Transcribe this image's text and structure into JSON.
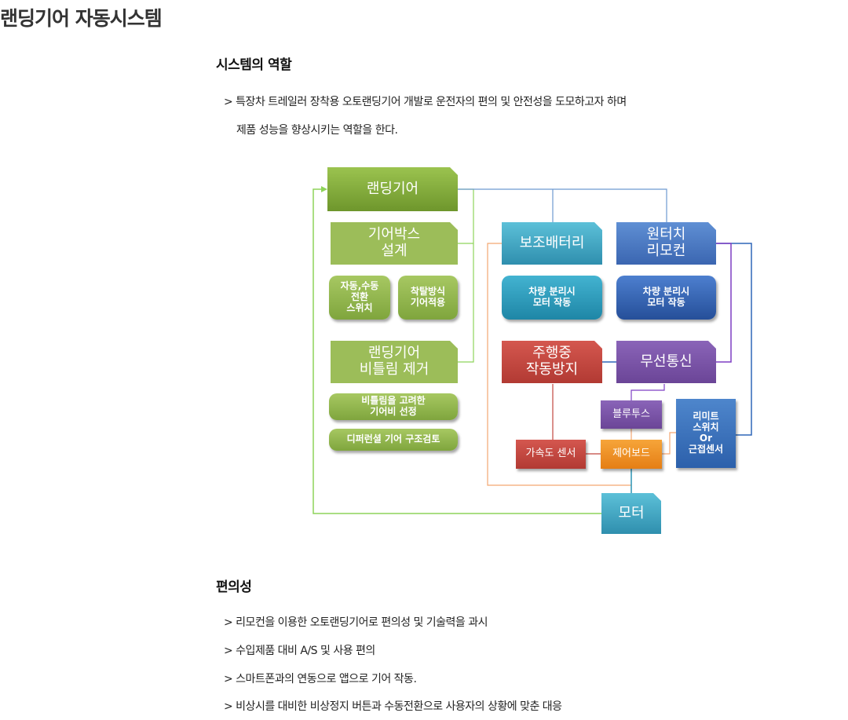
{
  "page": {
    "title": "랜딩기어 자동시스템"
  },
  "role": {
    "heading": "시스템의 역할",
    "line1": "> 특장차 트레일러 장착용 오토랜딩기어 개발로 운전자의 편의 및 안전성을 도모하고자 하며",
    "line2": "제품 성능을 향상시키는 역할을 한다."
  },
  "diagram": {
    "landing_gear": "랜딩기어",
    "gearbox": "기어박스\n설계",
    "auto_manual": "자동,수동\n전환\n스위치",
    "removable_gear": "착탈방식\n기어적용",
    "twist_removal": "랜딩기어\n비틀림 제거",
    "gear_ratio": "비틀림을 고려한\n기어비 선정",
    "differential": "디퍼런셜 기어 구조검토",
    "aux_battery": "보조배터리",
    "aux_sub": "차량 분리시\n모터 작동",
    "remote": "원터치\n리모컨",
    "remote_sub": "차량 분리시\n모터 작동",
    "prevent": "주행중\n작동방지",
    "wireless": "무선통신",
    "bluetooth": "블루투스",
    "limit_switch": "리미트\n스위치\nOr\n근접센서",
    "accel": "가속도 센서",
    "control_board": "제어보드",
    "motor": "모터"
  },
  "convenience": {
    "heading": "편의성",
    "items": [
      "> 리모컨을 이용한 오토랜딩기어로 편의성 및 기술력을 과시",
      "> 수입제품 대비 A/S 및 사용 편의",
      "> 스마트폰과의 연동으로 앱으로 기어 작동.",
      "> 비상시를 대비한 비상정지 버튼과 수동전환으로 사용자의 상황에 맞춘 대응"
    ]
  },
  "colors": {
    "green": "#8db843",
    "teal": "#3aa6c6",
    "blue": "#3f6fc0",
    "red": "#c0463f",
    "purple": "#7a55a8",
    "orange": "#f0922a",
    "line_green": "#8ed45a",
    "line_blue": "#6d9ad0",
    "line_orange": "#f4a772",
    "line_purple": "#7e3fc4"
  }
}
